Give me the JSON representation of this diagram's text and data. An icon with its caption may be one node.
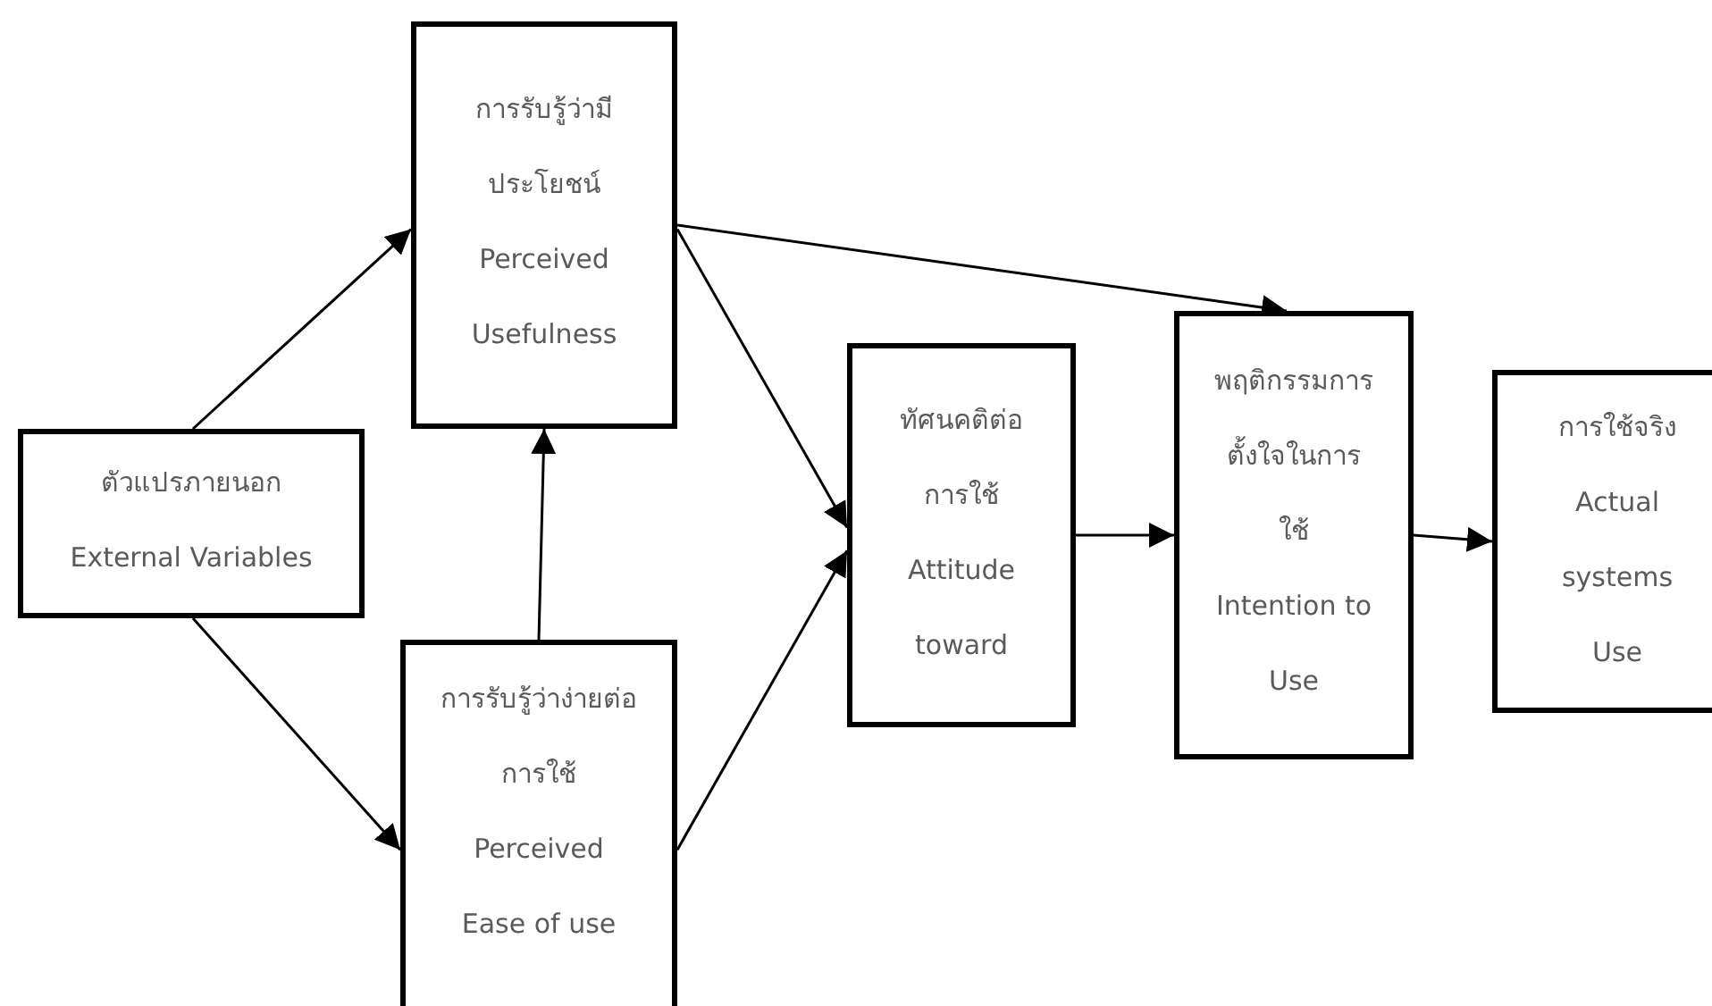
{
  "diagram": {
    "nodes": [
      {
        "text": [
          "ตัวแปรภายนอก",
          "External Variables"
        ]
      },
      {
        "text": [
          "การรับรู้ว่ามีประโยชน์",
          "Perceived Usefulness"
        ]
      },
      {
        "text": [
          "การรับรู้ว่าง่ายต่อการใช้",
          "Perceived Ease of use"
        ]
      },
      {
        "text": [
          "ทัศนคติต่อการใช้",
          "Attitude toward"
        ]
      },
      {
        "text": [
          "พฤติกรรมการตั้งใจในการใช้",
          "Intention to Use"
        ]
      },
      {
        "text": [
          "การใช้จริง",
          "Actual systems Use"
        ]
      }
    ],
    "edges": [
      {
        "from": 0,
        "to": 1,
        "arrow": "to"
      },
      {
        "from": 0,
        "to": 2,
        "arrow": "to"
      },
      {
        "from": 2,
        "to": 1,
        "arrow": "to"
      },
      {
        "from": 1,
        "to": 3,
        "arrow": "to"
      },
      {
        "from": 2,
        "to": 3,
        "arrow": "to"
      },
      {
        "from": 1,
        "to": 4,
        "arrow": "to"
      },
      {
        "from": 3,
        "to": 4,
        "arrow": "to"
      },
      {
        "from": 4,
        "to": 5,
        "arrow": "to"
      }
    ]
  }
}
